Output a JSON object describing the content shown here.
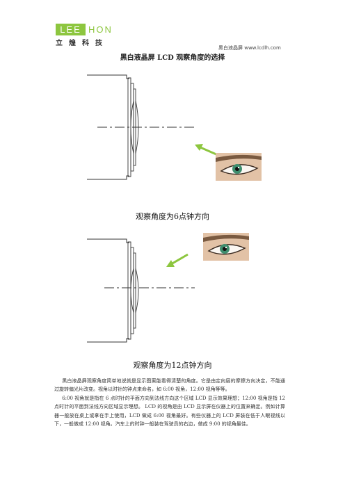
{
  "logo": {
    "latin_left": "LEE",
    "latin_right": "HON",
    "chinese": "立煌科技"
  },
  "header": {
    "right_text": "黑白液晶屏 www.lcdlh.com"
  },
  "title": "黑白液晶屏 LCD 观察角度的选择",
  "captions": {
    "six_oclock": "观察角度为6点钟方向",
    "twelve_oclock": "观察角度为12点钟方向"
  },
  "paragraphs": [
    "黑白液晶屏观察角度简单地说就是显示图案能看得清楚的角度。它是由定向层的摩擦方向决定，不能通过旋转偏光片改变。视角以时针的钟点来命名，如 6:00 视角，12:00 视角等等。",
    "6:00 视角就是指在 6 点时针的平面方向到法线方向这个区域 LCD 显示效果理想；12:00 视角是指 12 点时针的平面到法线方向区域显示理想。  LCD 的视角是由 LCD 显示屏在仪器上的位置来确定。例如计算器一般放在桌上或拿在手上使用，LCD 做成 6:00 视角最好。有些仪器上的 LCD 屏装在低于人眼视线以下，一般做成 12:00 视角。汽车上的时钟一般装在驾驶员的右边，做成 9:00 的视角最佳。"
  ],
  "colors": {
    "brand_green": "#8dc63f",
    "arrow_green": "#8dc63f",
    "iris": "#3f8e6e"
  }
}
